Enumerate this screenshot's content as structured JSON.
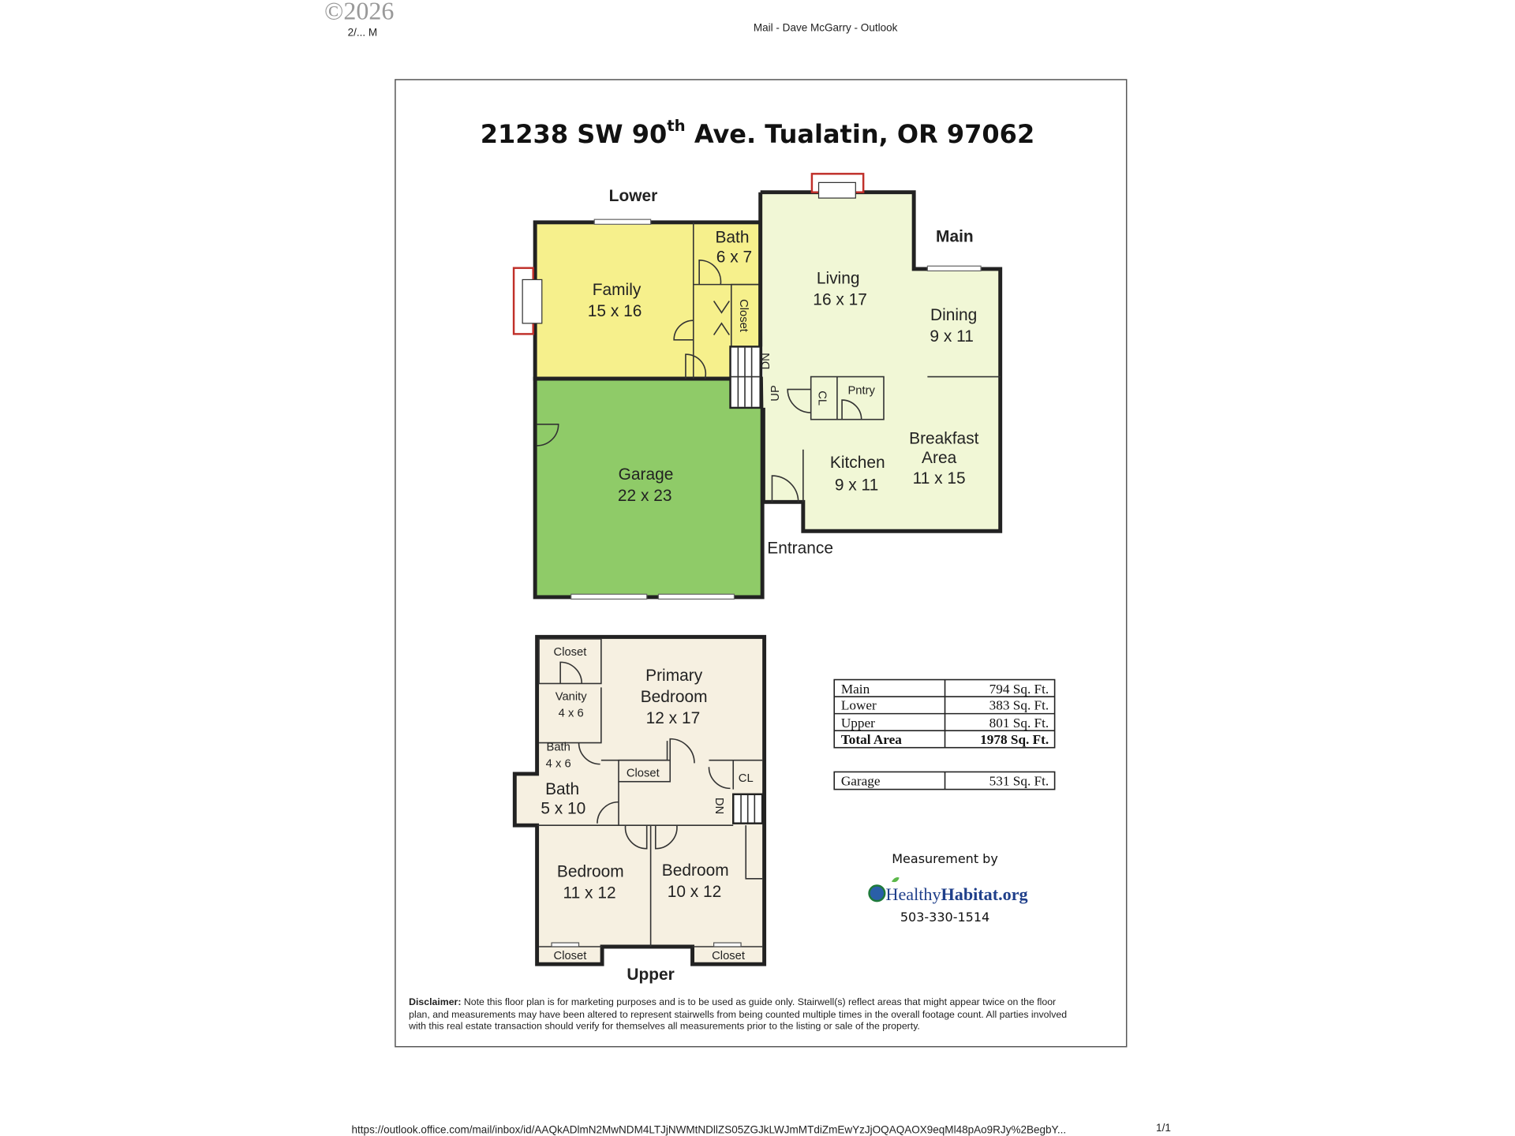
{
  "header": {
    "watermark": "©2026",
    "date_time": "2/... M",
    "window_title": "Mail - Dave McGarry - Outlook"
  },
  "document": {
    "title_prefix": "21238 SW 90",
    "title_sup": "th",
    "title_suffix": " Ave. Tualatin, OR 97062",
    "levels": {
      "lower": "Lower",
      "main": "Main",
      "upper": "Upper"
    },
    "lower_rooms": {
      "family": [
        "Family",
        "15 x 16"
      ],
      "bath": [
        "Bath",
        "6 x 7"
      ],
      "closet": "Closet",
      "garage": [
        "Garage",
        "22 x 23"
      ]
    },
    "main_rooms": {
      "living": [
        "Living",
        "16 x 17"
      ],
      "dining": [
        "Dining",
        "9 x 11"
      ],
      "kitchen": [
        "Kitchen",
        "9 x 11"
      ],
      "breakfast": [
        "Breakfast",
        "Area",
        "11 x 15"
      ],
      "cl": "CL",
      "pantry": "Pntry",
      "dn": "DN",
      "up": "UP",
      "entrance": "Entrance"
    },
    "upper_rooms": {
      "closet_top": "Closet",
      "primary": [
        "Primary",
        "Bedroom",
        "12 x 17"
      ],
      "vanity": [
        "Vanity",
        "4 x 6"
      ],
      "bath_small": [
        "Bath",
        "4 x 6"
      ],
      "hall_closet": "Closet",
      "cl": "CL",
      "bath_large": [
        "Bath",
        "5 x 10"
      ],
      "dn": "DN",
      "bedroom_left": [
        "Bedroom",
        "11 x 12"
      ],
      "bedroom_right": [
        "Bedroom",
        "10 x 12"
      ],
      "closet_left": "Closet",
      "closet_right": "Closet"
    },
    "area_table": [
      {
        "label": "Main",
        "value": "794 Sq. Ft."
      },
      {
        "label": "Lower",
        "value": "383 Sq. Ft."
      },
      {
        "label": "Upper",
        "value": "801 Sq. Ft."
      },
      {
        "label": "Total Area",
        "value": "1978 Sq. Ft."
      }
    ],
    "garage_table": {
      "label": "Garage",
      "value": "531 Sq. Ft."
    },
    "measurement_by": "Measurement by",
    "logo": {
      "part1": "Healthy",
      "part2": "Habitat.org"
    },
    "phone": "503-330-1514",
    "disclaimer_label": "Disclaimer:",
    "disclaimer_lines": [
      " Note this floor plan is for marketing purposes and is to be used as guide only.  Stairwell(s) reflect areas that might appear twice on the floor",
      "plan, and measurements may have been altered to represent stairwells from being counted multiple times in the overall footage count.  All parties involved",
      "with this real estate transaction should verify for themselves all measurements prior to the listing or sale of the property."
    ]
  },
  "footer": {
    "url": "https://outlook.office.com/mail/inbox/id/AAQkADlmN2MwNDM4LTJjNWMtNDllZS05ZGJkLWJmMTdiZmEwYzJjOQAQAOX9eqMl48pAo9RJy%2BegbY...",
    "page": "1/1"
  },
  "colors": {
    "family": "#f6f08c",
    "garage": "#8fcb68",
    "main": "#f1f7d6",
    "upper": "#f6f0e1",
    "fireplace": "#c0302a",
    "logo_blue": "#1f3f8a"
  }
}
